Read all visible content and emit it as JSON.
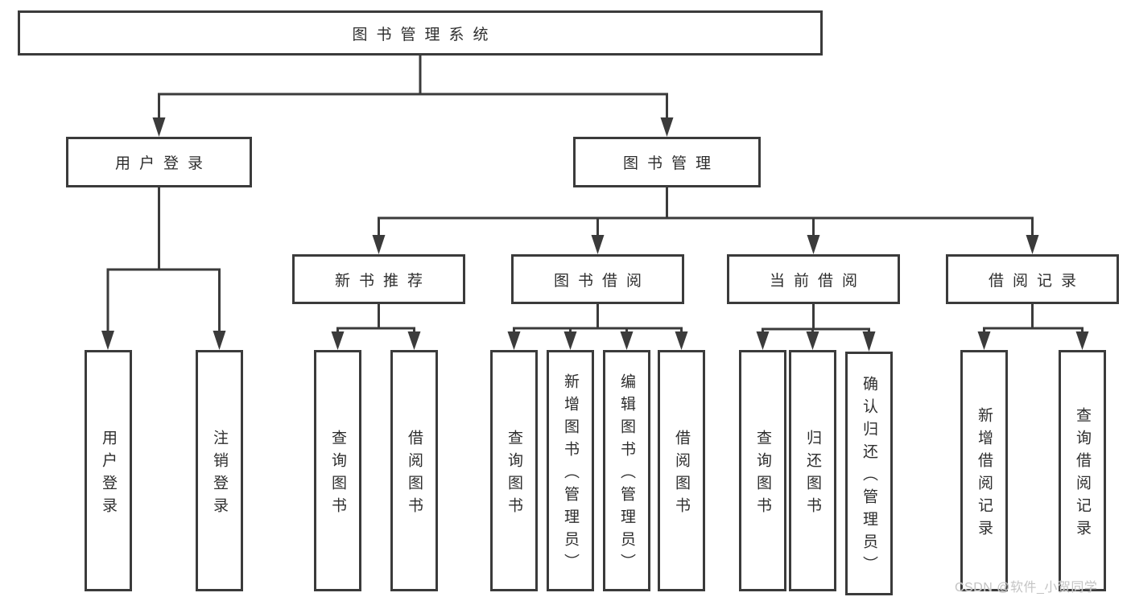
{
  "nodes": {
    "root": {
      "label": "图书管理系统"
    },
    "user_login": {
      "label": "用户登录"
    },
    "book_mgmt": {
      "label": "图书管理"
    },
    "new_book_rec": {
      "label": "新书推荐"
    },
    "book_borrow": {
      "label": "图书借阅"
    },
    "current_borrow": {
      "label": "当前借阅"
    },
    "borrow_record": {
      "label": "借阅记录"
    },
    "leaf_user_login": {
      "label": "用户登录"
    },
    "leaf_logout": {
      "label": "注销登录"
    },
    "leaf_query_book_1": {
      "label": "查询图书"
    },
    "leaf_borrow_book_1": {
      "label": "借阅图书"
    },
    "leaf_query_book_2": {
      "label": "查询图书"
    },
    "leaf_add_book": {
      "label": "新增图书（管理员）"
    },
    "leaf_edit_book": {
      "label": "编辑图书（管理员）"
    },
    "leaf_borrow_book_2": {
      "label": "借阅图书"
    },
    "leaf_query_book_3": {
      "label": "查询图书"
    },
    "leaf_return_book": {
      "label": "归还图书"
    },
    "leaf_confirm_return": {
      "label": "确认归还（管理员）"
    },
    "leaf_add_record": {
      "label": "新增借阅记录"
    },
    "leaf_query_record": {
      "label": "查询借阅记录"
    }
  },
  "watermark": "CSDN @软件_小贺同学",
  "colors": {
    "line": "#3b3b3b",
    "text": "#2e2e2e",
    "background": "#ffffff",
    "watermark": "#c4c4c4"
  }
}
